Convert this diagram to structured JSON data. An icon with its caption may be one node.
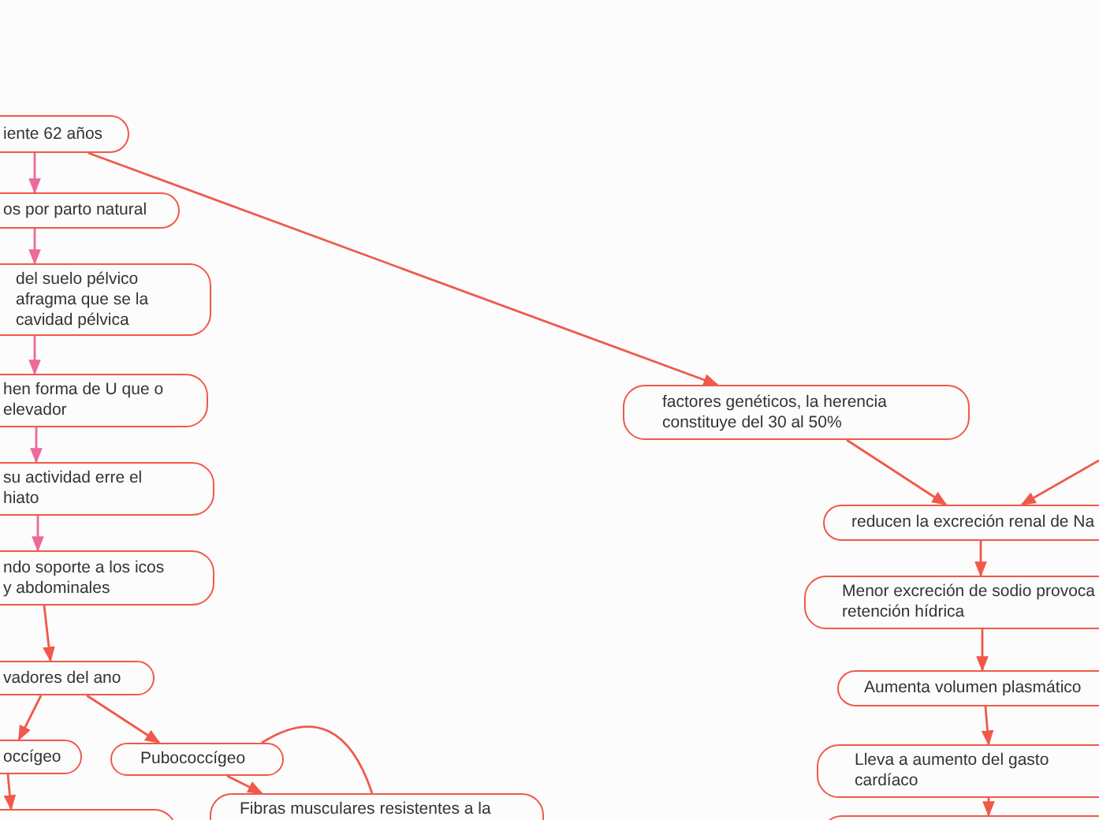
{
  "diagram": {
    "nodes": [
      {
        "text": [
          "iente 62 años"
        ]
      },
      {
        "text": [
          "os por parto natural"
        ]
      },
      {
        "text": [
          "del suelo pélvico afragma que se la cavidad pélvica"
        ]
      },
      {
        "text": [
          "hen forma de U que o elevador"
        ]
      },
      {
        "text": [
          "su actividad erre el hiato"
        ]
      },
      {
        "text": [
          "ndo soporte a los icos y abdominales"
        ]
      },
      {
        "text": [
          "vadores del ano"
        ]
      },
      {
        "text": [
          "occígeo"
        ]
      },
      {
        "text": [
          "Pubococcígeo"
        ]
      },
      {
        "text": [],
        "shape": "box"
      },
      {
        "text": [
          "Fibras musculares resistentes a la"
        ]
      },
      {
        "text": [
          "factores genéticos, la herencia constituye del 30 al 50%"
        ]
      },
      {
        "text": [
          "reducen la excreción renal de Na"
        ]
      },
      {
        "text": [
          "Menor excreción de sodio provoca retención hídrica"
        ]
      },
      {
        "text": [
          "Aumenta volumen plasmático"
        ]
      },
      {
        "text": [
          "Lleva a aumento del gasto cardíaco"
        ]
      },
      {
        "text": [],
        "shape": "box"
      }
    ],
    "edges": [
      {
        "from": 0,
        "to": 1,
        "arrow": "to",
        "color": "#ec6a9b"
      },
      {
        "from": 1,
        "to": 2,
        "arrow": "to",
        "color": "#ec6a9b"
      },
      {
        "from": 2,
        "to": 3,
        "arrow": "to",
        "color": "#ec6a9b"
      },
      {
        "from": 3,
        "to": 4,
        "arrow": "to",
        "color": "#ec6a9b"
      },
      {
        "from": 4,
        "to": 5,
        "arrow": "to",
        "color": "#ec6a9b"
      },
      {
        "from": 5,
        "to": 6,
        "arrow": "to"
      },
      {
        "from": 6,
        "to": 7,
        "arrow": "to"
      },
      {
        "from": 6,
        "to": 8,
        "arrow": "to"
      },
      {
        "from": 7,
        "to": 9,
        "arrow": "to"
      },
      {
        "from": 8,
        "to": 10,
        "arrow": "to"
      },
      {
        "from": 0,
        "to": 11,
        "arrow": "to"
      },
      {
        "from": 11,
        "to": 12,
        "arrow": "to"
      },
      {
        "from": null,
        "to": 12,
        "arrow": "to"
      },
      {
        "from": 12,
        "to": 13,
        "arrow": "to"
      },
      {
        "from": 13,
        "to": 14,
        "arrow": "to"
      },
      {
        "from": 14,
        "to": 15,
        "arrow": "to"
      },
      {
        "from": 15,
        "to": 16,
        "arrow": "to"
      },
      {
        "from": 8,
        "to": 10,
        "arrow": "none"
      }
    ]
  }
}
